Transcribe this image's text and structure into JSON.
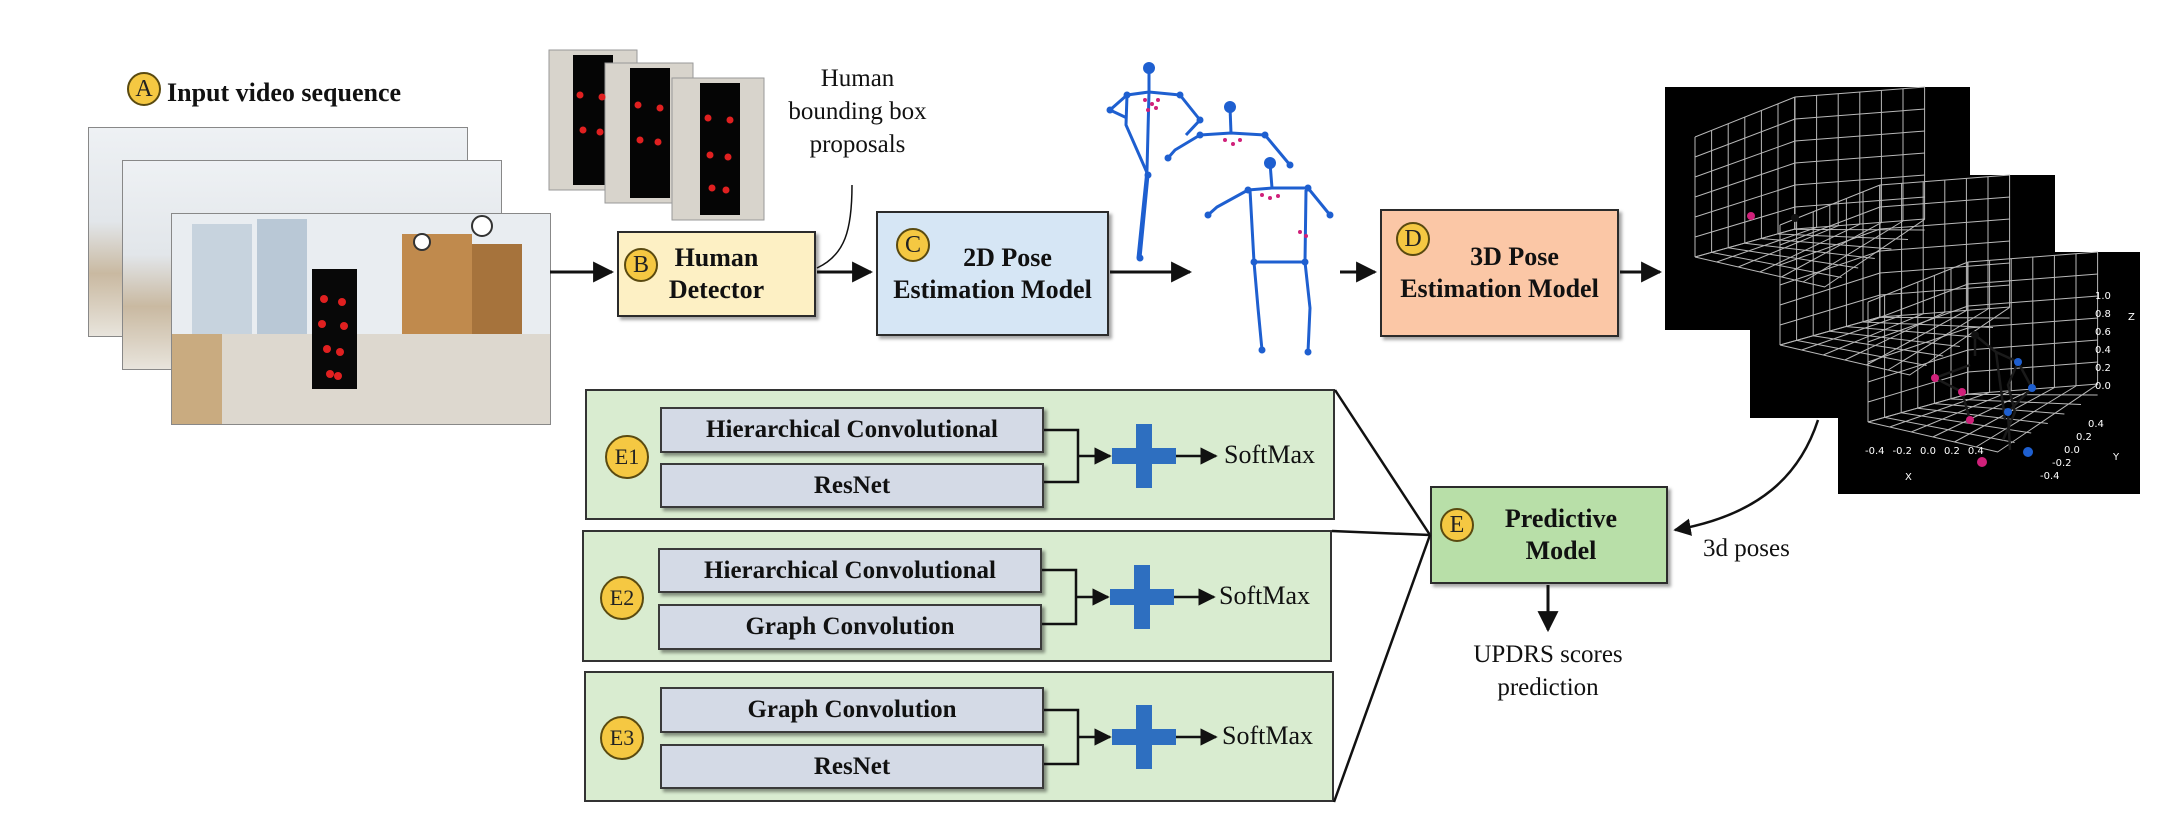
{
  "sections": {
    "A": {
      "badge": "A",
      "label": "Input video sequence"
    },
    "B": {
      "badge": "B",
      "label_line1": "Human",
      "label_line2": "Detector"
    },
    "C": {
      "badge": "C",
      "label_line1": "2D Pose",
      "label_line2": "Estimation Model"
    },
    "D": {
      "badge": "D",
      "label_line1": "3D Pose",
      "label_line2": "Estimation Model"
    },
    "E": {
      "badge": "E",
      "label_line1": "Predictive",
      "label_line2": "Model"
    }
  },
  "bbox_note": {
    "line1": "Human",
    "line2": "bounding box",
    "line3": "proposals"
  },
  "three_d_poses_label": "3d poses",
  "output": {
    "line1": "UPDRS scores",
    "line2": "prediction"
  },
  "ensembles": [
    {
      "badge": "E1",
      "top": "Hierarchical Convolutional",
      "bottom": "ResNet",
      "softmax": "SoftMax"
    },
    {
      "badge": "E2",
      "top": "Hierarchical Convolutional",
      "bottom": "Graph Convolution",
      "softmax": "SoftMax"
    },
    {
      "badge": "E3",
      "top": "Graph Convolution",
      "bottom": "ResNet",
      "softmax": "SoftMax"
    }
  ],
  "plot_ticks": {
    "x": [
      "-0.4",
      "-0.2",
      "0.0",
      "0.2",
      "0.4"
    ],
    "x_label": "X",
    "y": [
      "-0.4",
      "-0.2",
      "0.0",
      "0.2",
      "0.4"
    ],
    "y_label": "Y",
    "z": [
      "1.0",
      "0.8",
      "0.6",
      "0.4",
      "0.2",
      "0.0"
    ],
    "z_label": "Z"
  },
  "colors": {
    "human_detector": "#fdf0c4",
    "pose2d": "#d6e6f5",
    "pose3d": "#fbc7a6",
    "predictive": "#b8dfa8",
    "ensemble_bg": "#d9ecd0",
    "model_pill": "#d4dae6",
    "plus": "#2e6fc0",
    "badge": "#f5c842",
    "skeleton": "#1e5fd0",
    "keypoint": "#e02020"
  }
}
